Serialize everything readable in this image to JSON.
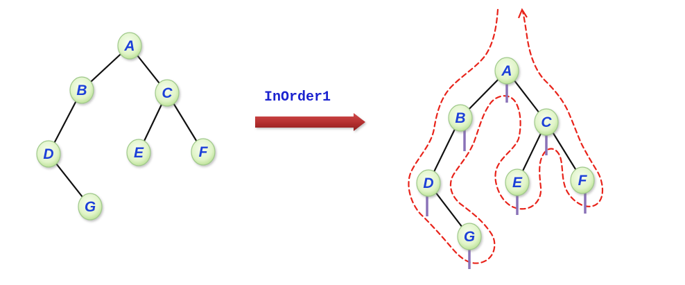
{
  "left_tree": {
    "nodes": {
      "A": {
        "label": "A"
      },
      "B": {
        "label": "B"
      },
      "C": {
        "label": "C"
      },
      "D": {
        "label": "D"
      },
      "E": {
        "label": "E"
      },
      "F": {
        "label": "F"
      },
      "G": {
        "label": "G"
      }
    },
    "edges": [
      [
        "A",
        "B"
      ],
      [
        "A",
        "C"
      ],
      [
        "B",
        "D"
      ],
      [
        "C",
        "E"
      ],
      [
        "C",
        "F"
      ],
      [
        "D",
        "G"
      ]
    ]
  },
  "transition": {
    "label": "InOrder1",
    "arrow_color": "#b32e2e"
  },
  "right_tree": {
    "nodes": {
      "A": {
        "label": "A"
      },
      "B": {
        "label": "B"
      },
      "C": {
        "label": "C"
      },
      "D": {
        "label": "D"
      },
      "E": {
        "label": "E"
      },
      "F": {
        "label": "F"
      },
      "G": {
        "label": "G"
      }
    },
    "edges": [
      [
        "A",
        "B"
      ],
      [
        "A",
        "C"
      ],
      [
        "B",
        "D"
      ],
      [
        "C",
        "E"
      ],
      [
        "C",
        "F"
      ],
      [
        "D",
        "G"
      ]
    ],
    "traversal_path_color": "#e8231a",
    "visit_marker_color": "#8a72b8"
  },
  "colors": {
    "node_fill_light": "#f4fde8",
    "node_fill_dark": "#c9e9a8",
    "node_label": "#1f3fd8",
    "edge": "#111111"
  }
}
